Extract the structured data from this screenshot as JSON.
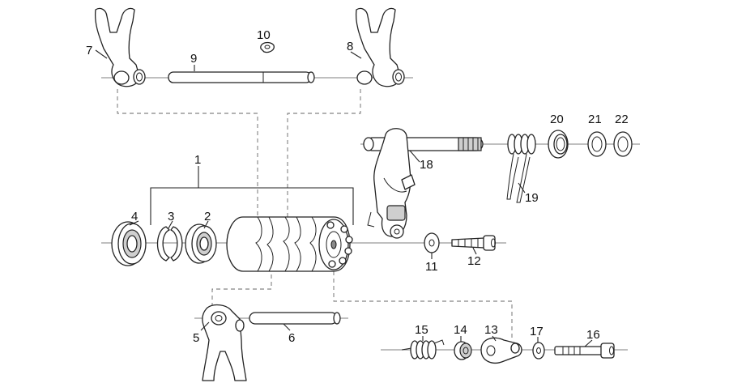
{
  "callouts": {
    "c1": "1",
    "c2": "2",
    "c3": "3",
    "c4": "4",
    "c5": "5",
    "c6": "6",
    "c7": "7",
    "c8": "8",
    "c9": "9",
    "c10": "10",
    "c11": "11",
    "c12": "12",
    "c13": "13",
    "c14": "14",
    "c15": "15",
    "c16": "16",
    "c17": "17",
    "c18": "18",
    "c19": "19",
    "c20": "20",
    "c21": "21",
    "c22": "22"
  },
  "colors": {
    "line": "#222222",
    "shade": "#cfcfcf",
    "background": "#ffffff"
  }
}
